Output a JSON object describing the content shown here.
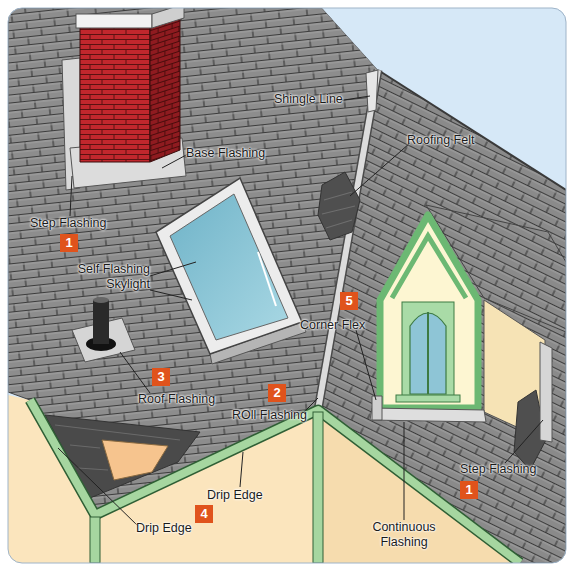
{
  "diagram": {
    "labels": [
      "Shingle Line",
      "Roofing Felt",
      "Base Flashing",
      "Step Flashing",
      "1",
      "Self Flashing Skylight",
      "5",
      "Corner Flex",
      "3",
      "Roof Flashing",
      "2",
      "ROll Flashing",
      "Drip Edge",
      "4",
      "Drip Edge",
      "Step Flashing",
      "1",
      "Continuous Flashing"
    ]
  }
}
